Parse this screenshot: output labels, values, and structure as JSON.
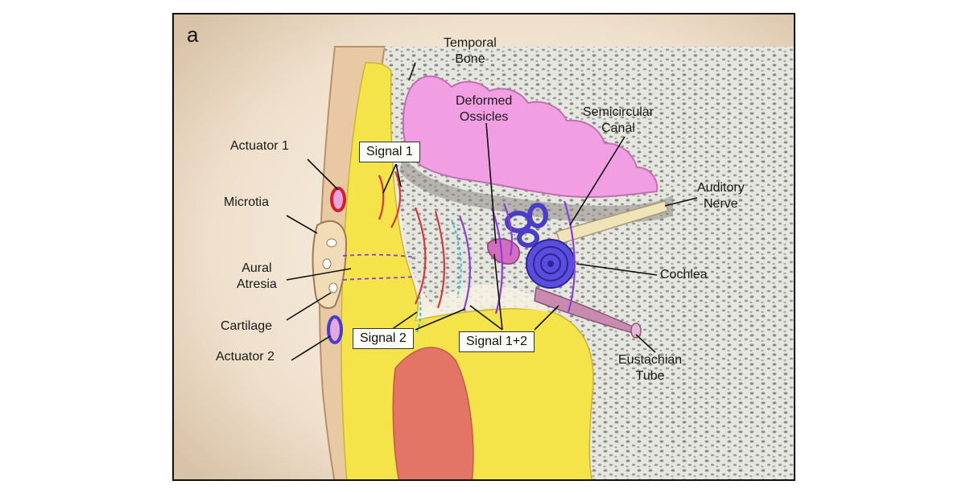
{
  "panel_letter": "a",
  "labels": {
    "temporal_bone": [
      "Temporal",
      "Bone"
    ],
    "deformed_ossicles": [
      "Deformed",
      "Ossicles"
    ],
    "semicircular_canal": [
      "Semicircular",
      "Canal"
    ],
    "auditory_nerve": [
      "Auditory",
      "Nerve"
    ],
    "cochlea": "Cochlea",
    "eustachian_tube": [
      "Eustachian",
      "Tube"
    ],
    "actuator_1": "Actuator 1",
    "microtia": "Microtia",
    "aural_atresia": [
      "Aural",
      "Atresia"
    ],
    "cartilage": "Cartilage",
    "actuator_2": "Actuator 2"
  },
  "signals": {
    "signal_1": "Signal 1",
    "signal_2": "Signal 2",
    "signal_1_2": "Signal 1+2"
  },
  "colors": {
    "skin": "#e8c9a4",
    "soft_tissue": "#f5e34a",
    "bone": "#d9d9d2",
    "brain": "#f19ee3",
    "inner_ear": "#5a4ee0",
    "muscle": "#e06a6a",
    "signal_1": "#d33a3a",
    "signal_2": "#3fc7d6",
    "signal_1_2": "#8a3fd6"
  }
}
